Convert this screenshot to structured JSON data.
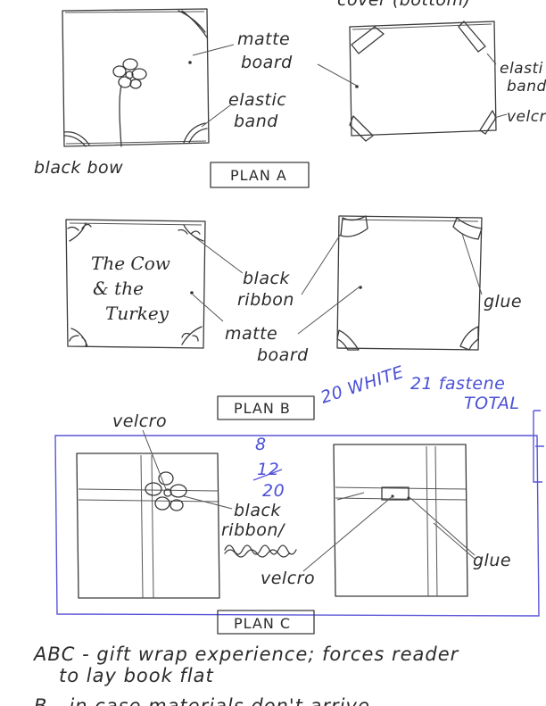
{
  "labels": {
    "top_cut": "cover (bottom)",
    "matte_board_a": "matte",
    "matte_board_a2": "board",
    "elastic_band_a": "elastic",
    "elastic_band_a2": "band",
    "elastic_band_right": "elasti",
    "elastic_band_right2": "band",
    "velcro_right": "velcro",
    "black_bow": "black bow",
    "plan_a": "PLAN A",
    "book_title_1": "The Cow",
    "book_title_2": "& the",
    "book_title_3": "Turkey",
    "black_ribbon_b": "black",
    "black_ribbon_b2": "ribbon",
    "matte_board_b": "matte",
    "matte_board_b2": "board",
    "glue_b": "glue",
    "plan_b": "PLAN B",
    "white_note": "20 WHITE",
    "fasteners_note": "21 fastene",
    "fasteners_total": "TOTAL",
    "velcro_c_top": "velcro",
    "fraction_top": "8",
    "fraction_num": "12",
    "fraction_den": "20",
    "black_ribbon_c": "black",
    "black_ribbon_c2": "ribbon/",
    "velcro_c_bottom": "velcro",
    "glue_c": "glue",
    "plan_c": "PLAN C",
    "note_line_1": "ABC - gift wrap experience; forces reader",
    "note_line_2": "to lay book flat",
    "note_line_3": "B - in case materials don't arrive"
  },
  "colors": {
    "ink": "#3a3a3a",
    "blue_ink": "#4a4fd6",
    "paper": "#ffffff"
  }
}
